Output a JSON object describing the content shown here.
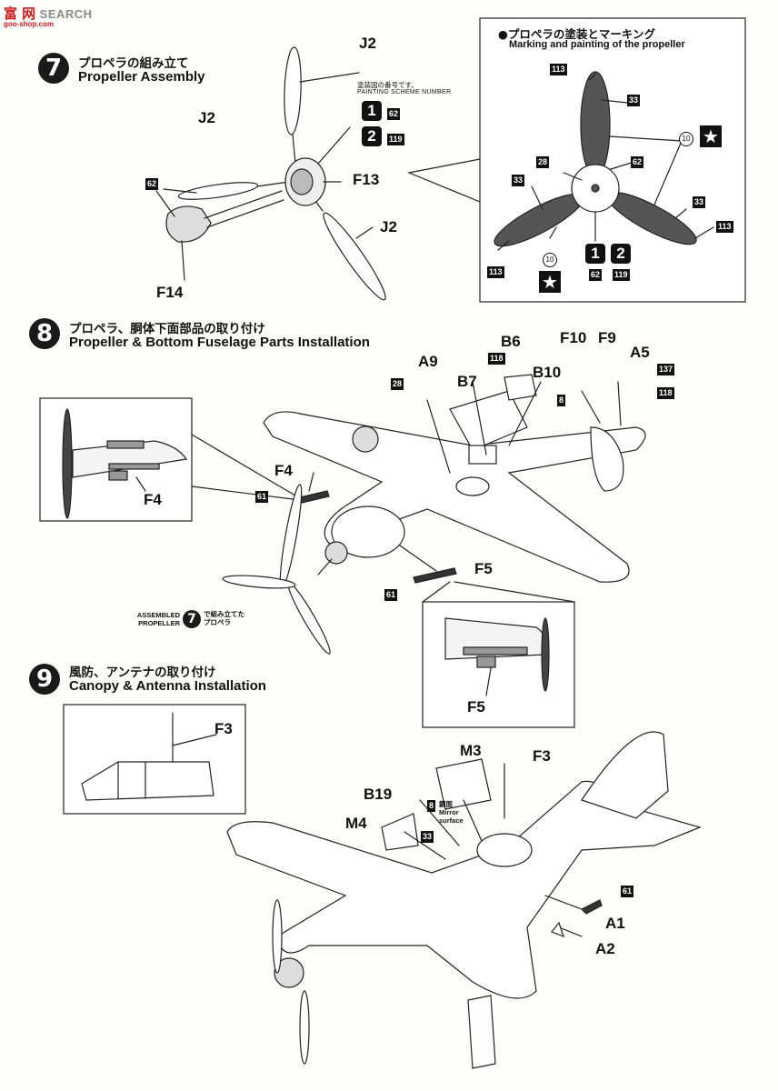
{
  "watermark": {
    "brand": "富 网",
    "search": "SEARCH",
    "url": "goo-shop.com"
  },
  "step7": {
    "number": "7",
    "title_jp": "プロペラの組み立て",
    "title_en": "Propeller Assembly",
    "labels": {
      "j2_top": "J2",
      "j2_left": "J2",
      "j2_right": "J2",
      "f13": "F13",
      "f14": "F14",
      "c62": "62"
    },
    "scheme_jp": "塗装図の番号です。",
    "scheme_en": "PAINTING SCHEME NUMBER",
    "schemes": [
      {
        "num": "1",
        "color": "62"
      },
      {
        "num": "2",
        "color": "119"
      }
    ]
  },
  "marking": {
    "title_jp": "●プロペラの塗装とマーキング",
    "title_en": "Marking and painting of the propeller",
    "colors": {
      "c113a": "113",
      "c33a": "33",
      "c28": "28",
      "c62": "62",
      "c33b": "33",
      "c33c": "33",
      "c113b": "113",
      "c113c": "113",
      "c62b": "62",
      "c119": "119"
    },
    "decal": "10",
    "decal2": "10",
    "scheme1": "1",
    "scheme2": "2",
    "star": "★"
  },
  "step8": {
    "number": "8",
    "title_jp": "プロペラ、胴体下面部品の取り付け",
    "title_en": "Propeller & Bottom Fuselage Parts Installation",
    "labels": {
      "b6": "B6",
      "f10": "F10",
      "f9": "F9",
      "a5": "A5",
      "a9": "A9",
      "b7": "B7",
      "b10": "B10",
      "f4": "F4",
      "f4_inset": "F4",
      "f5": "F5",
      "f5_inset": "F5"
    },
    "colors": {
      "c28": "28",
      "c118a": "118",
      "c8": "8",
      "c137": "137",
      "c118b": "118",
      "c61a": "61",
      "c61b": "61"
    },
    "assembled_en_1": "ASSEMBLED",
    "assembled_en_2": "PROPELLER",
    "assembled_step": "7",
    "assembled_jp_1": "で組み立てた",
    "assembled_jp_2": "プロペラ"
  },
  "step9": {
    "number": "9",
    "title_jp": "風防、アンテナの取り付け",
    "title_en": "Canopy & Antenna Installation",
    "labels": {
      "f3_inset": "F3",
      "m3": "M3",
      "f3": "F3",
      "b19": "B19",
      "m4": "M4",
      "a1": "A1",
      "a2": "A2"
    },
    "colors": {
      "c8": "8",
      "c33": "33",
      "c61": "61"
    },
    "mirror_jp": "鏡面",
    "mirror_en_1": "Mirror",
    "mirror_en_2": "surface"
  }
}
